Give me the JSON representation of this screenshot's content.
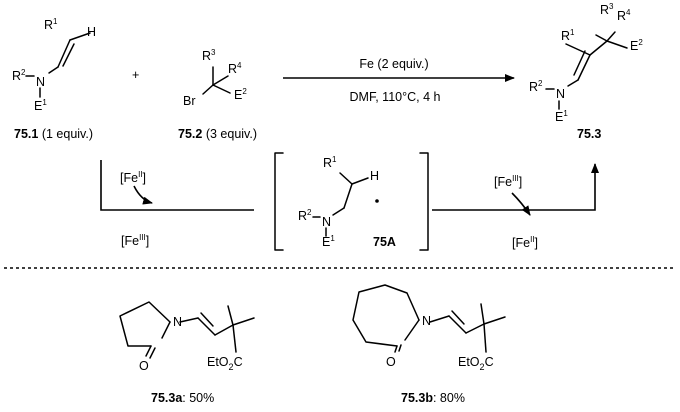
{
  "reactant_1": {
    "r1": "R1",
    "h": "H",
    "r2": "R2",
    "n": "N",
    "e1": "E1",
    "id": "75.1",
    "amount": "(1 equiv.)"
  },
  "plus": "+",
  "reactant_2": {
    "r3": "R3",
    "r4": "R4",
    "br": "Br",
    "e2": "E2",
    "id": "75.2",
    "amount": "(3 equiv.)"
  },
  "conditions": {
    "reagent": "Fe (2 equiv.)",
    "solvent_temp_time": "DMF, 110°C, 4 h"
  },
  "product": {
    "r1": "R1",
    "r3": "R3",
    "r4": "R4",
    "e2": "E2",
    "r2": "R2",
    "n": "N",
    "e1": "E1",
    "id": "75.3"
  },
  "cycle_left": {
    "fe_top": "[Fe",
    "fe_top_ox": "II",
    "fe_bottom": "[Fe",
    "fe_bottom_ox": "III"
  },
  "intermediate": {
    "r1": "R1",
    "h": "H",
    "r2": "R2",
    "n": "N",
    "e1": "E1",
    "id": "75A"
  },
  "cycle_right": {
    "fe_top": "[Fe",
    "fe_top_ox": "III",
    "fe_bottom": "[Fe",
    "fe_bottom_ox": "II"
  },
  "example_a": {
    "o": "O",
    "n": "N",
    "ester": "EtO2C",
    "id": "75.3a",
    "yield": ": 50%"
  },
  "example_b": {
    "o": "O",
    "n": "N",
    "ester": "EtO2C",
    "id": "75.3b",
    "yield": ": 80%"
  }
}
